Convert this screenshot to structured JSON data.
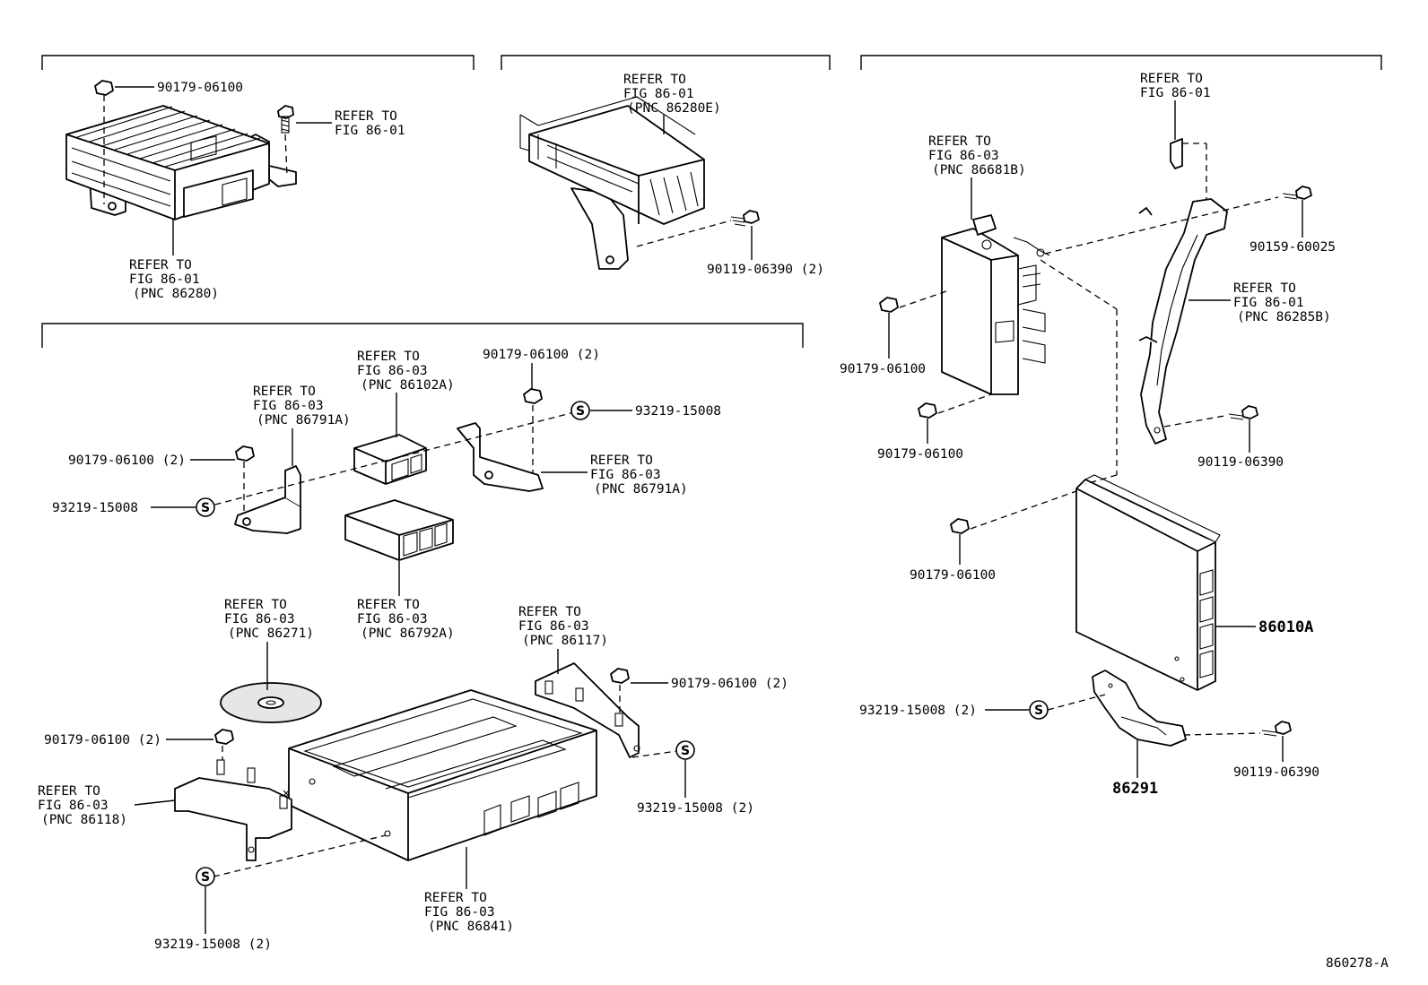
{
  "figure_code": "860278-A",
  "left_top": {
    "nut_part": "90179-06100",
    "bolt_refer": [
      "REFER TO",
      "FIG 86-01"
    ],
    "unit_refer": [
      "REFER TO",
      "FIG 86-01",
      "(PNC 86280)"
    ]
  },
  "mid_top": {
    "unit_refer": [
      "REFER TO",
      "FIG 86-01",
      "(PNC 86280E)"
    ],
    "bolt_part": "90119-06390 (2)"
  },
  "left_mid": {
    "bracket_a_refer": [
      "REFER TO",
      "FIG 86-03",
      "(PNC 86791A)"
    ],
    "unit_a_refer": [
      "REFER TO",
      "FIG 86-03",
      "(PNC 86102A)"
    ],
    "nut_top": "90179-06100 (2)",
    "s_top": "93219-15008",
    "bracket_b_refer": [
      "REFER TO",
      "FIG 86-03",
      "(PNC 86791A)"
    ],
    "nut_left": "90179-06100 (2)",
    "s_left": "93219-15008",
    "unit_b_refer": [
      "REFER TO",
      "FIG 86-03",
      "(PNC 86792A)"
    ]
  },
  "left_bottom": {
    "disc_refer": [
      "REFER TO",
      "FIG 86-03",
      "(PNC 86271)"
    ],
    "bracket_r_refer": [
      "REFER TO",
      "FIG 86-03",
      "(PNC 86117)"
    ],
    "nut_right": "90179-06100 (2)",
    "nut_left": "90179-06100 (2)",
    "bracket_l_refer": [
      "REFER TO",
      "FIG 86-03",
      "(PNC 86118)"
    ],
    "s_right": "93219-15008 (2)",
    "s_bottom": "93219-15008 (2)",
    "unit_refer": [
      "REFER TO",
      "FIG 86-03",
      "(PNC 86841)"
    ]
  },
  "right": {
    "clip_refer": [
      "REFER TO",
      "FIG 86-01"
    ],
    "relay_refer": [
      "REFER TO",
      "FIG 86-03",
      "(PNC 86681B)"
    ],
    "bolt_top": "90159-60025",
    "bracket_refer": [
      "REFER TO",
      "FIG 86-01",
      "(PNC 86285B)"
    ],
    "nut_1": "90179-06100",
    "nut_2": "90179-06100",
    "bolt_mid": "90119-06390",
    "nut_3": "90179-06100",
    "ecu_part": "86010A",
    "s_part": "93219-15008 (2)",
    "bracket_part": "86291",
    "bolt_bottom": "90119-06390"
  },
  "s_symbol": "S"
}
